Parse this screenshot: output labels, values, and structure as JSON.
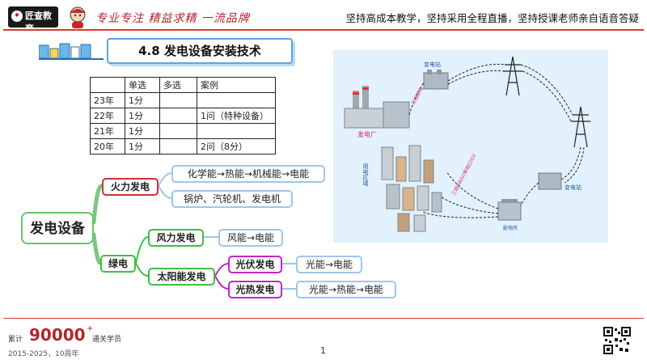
{
  "header": {
    "logo_text": "匠查教育",
    "logo_sub": "",
    "slogan_script": "专业专注 精益求精 一流品牌",
    "tagline": "坚持高成本教学，坚持采用全程直播，坚持授课老师亲自语音答疑"
  },
  "title": "4.8 发电设备安装技术",
  "table": {
    "headers": [
      "",
      "单选",
      "多选",
      "案例"
    ],
    "rows": [
      [
        "23年",
        "1分",
        "",
        ""
      ],
      [
        "22年",
        "1分",
        "",
        "1问（特种设备）"
      ],
      [
        "21年",
        "1分",
        "",
        ""
      ],
      [
        "20年",
        "1分",
        "",
        "2问（8分）"
      ]
    ]
  },
  "mindmap": {
    "root": "发电设备",
    "thermal": {
      "label": "火力发电",
      "items": [
        "化学能→热能→机械能→电能",
        "锅炉、汽轮机、发电机"
      ]
    },
    "green": {
      "label": "绿电",
      "wind": {
        "label": "风力发电",
        "desc": "风能→电能"
      },
      "solar": {
        "label": "太阳能发电",
        "pv": {
          "label": "光伏发电",
          "desc": "光能→电能"
        },
        "thermal": {
          "label": "光热发电",
          "desc": "光能→热能→电能"
        }
      }
    }
  },
  "illustration": {
    "power_plant": "发电厂",
    "substation_top": "变电站",
    "substation_right": "变电站",
    "distribution": "配电所",
    "user_area": "用电区域",
    "line_label_1": "三相发电",
    "line_label_2": "三相380V/单相220V",
    "colors": {
      "sky": "#dff0fb",
      "line": "#222",
      "accent": "#e0287a"
    }
  },
  "footer": {
    "count_label": "累计",
    "count": "90000",
    "count_plus": "+",
    "count_suffix": "通关学员",
    "years": "2015-2025，10周年",
    "page_number": "1"
  },
  "colors": {
    "brand_red": "#d9382f",
    "thermal": "#d43030",
    "green": "#3ebf42",
    "solar": "#c426c4",
    "desc_border": "#9ec6ec"
  }
}
